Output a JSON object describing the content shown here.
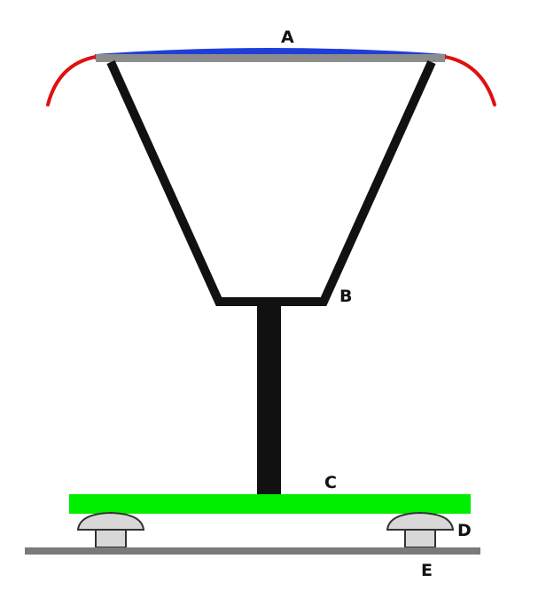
{
  "labels": {
    "a": "A",
    "b": "B",
    "c": "C",
    "d": "D",
    "e": "E"
  },
  "colors": {
    "top_curve": "#1f3fd8",
    "top_bar": "#8c8c8c",
    "side_tips": "#e01010",
    "frame": "#111111",
    "platform": "#00ee00",
    "foot_cap": "#d8d8d8",
    "foot_outline": "#333333",
    "ground": "#7a7a7a",
    "label_text": "#111111"
  }
}
